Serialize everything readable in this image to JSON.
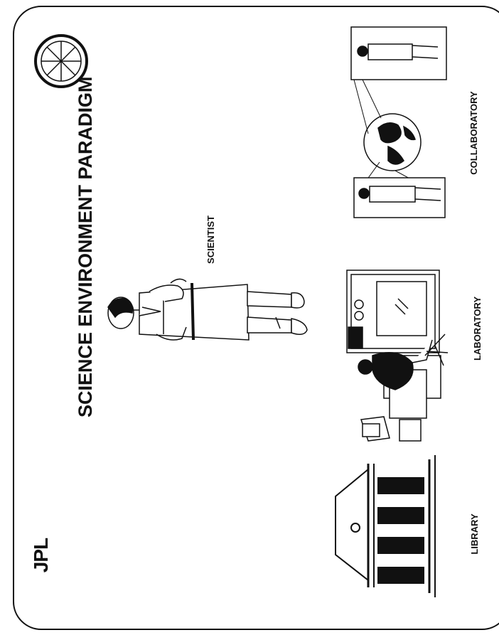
{
  "logo_text": "JPL",
  "title": "SCIENCE ENVIRONMENT PARADIGM",
  "labels": {
    "scientist": "SCIENTIST",
    "library": "LIBRARY",
    "laboratory": "LABORATORY",
    "collaboratory": "COLLABORATORY"
  }
}
